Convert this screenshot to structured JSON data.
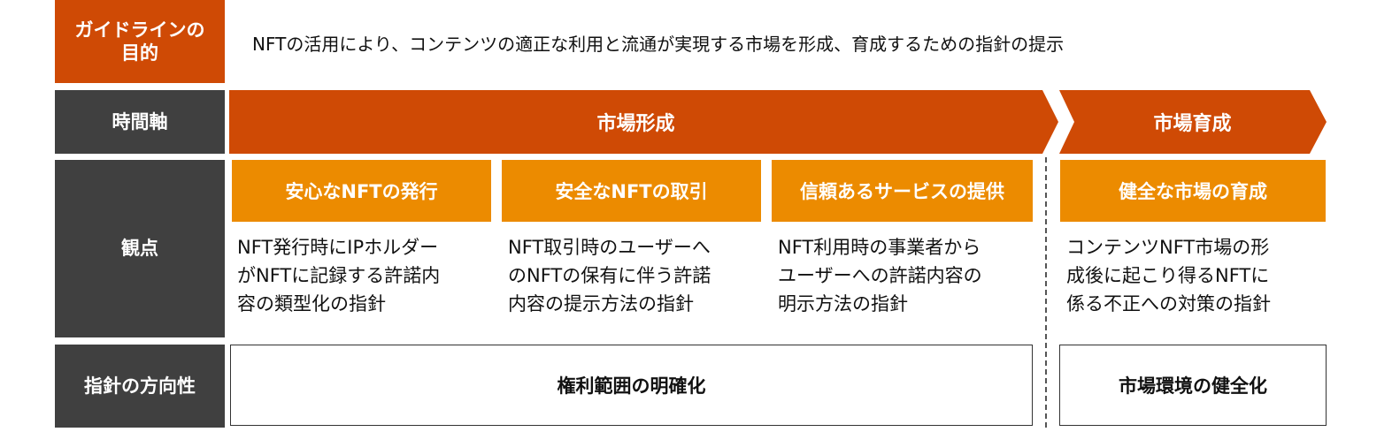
{
  "rows": {
    "purpose_label": "ガイドラインの\n目的",
    "timeline_label": "時間軸",
    "perspective_label": "観点",
    "direction_label": "指針の方向性"
  },
  "purpose_text": "NFTの活用により、コンテンツの適正な利用と流通が実現する市場を形成、育成するための指針の提示",
  "timeline": {
    "phase1": "市場形成",
    "phase2": "市場育成"
  },
  "perspectives": [
    {
      "title": "安心なNFTの発行",
      "desc": "NFT発行時にIPホルダー\nがNFTに記録する許諾内\n容の類型化の指針"
    },
    {
      "title": "安全なNFTの取引",
      "desc": "NFT取引時のユーザーへ\nのNFTの保有に伴う許諾\n内容の提示方法の指針"
    },
    {
      "title": "信頼あるサービスの提供",
      "desc": "NFT利用時の事業者から\nユーザーへの許諾内容の\n明示方法の指針"
    },
    {
      "title": "健全な市場の育成",
      "desc": "コンテンツNFT市場の形\n成後に起こり得るNFTに\n係る不正への対策の指針"
    }
  ],
  "directions": {
    "d1": "権利範囲の明確化",
    "d2": "市場環境の健全化"
  },
  "colors": {
    "dark_orange": "#cf4a05",
    "orange": "#ec8b00",
    "dark_gray": "#404040"
  }
}
